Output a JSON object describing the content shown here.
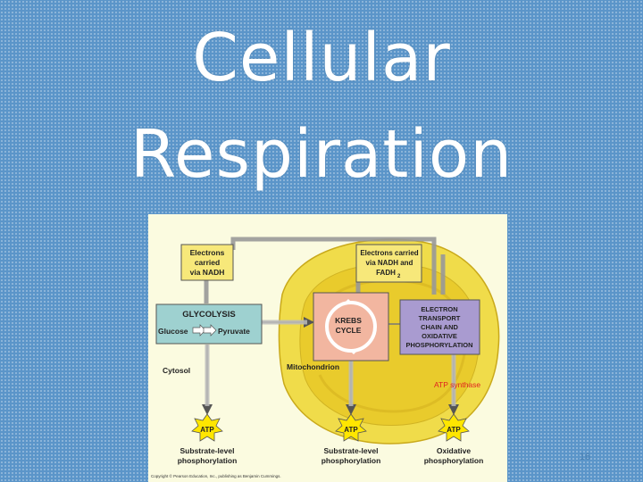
{
  "slide": {
    "title_line1": "Cellular",
    "title_line2": "Respiration",
    "page_number": "16"
  },
  "diagram": {
    "electrons_nadh": [
      "Electrons",
      "carried",
      "via NADH"
    ],
    "electrons_nadh_fadh2": [
      "Electrons carried",
      "via NADH and",
      "FADH"
    ],
    "fadh2_subscript": "2",
    "glycolysis": "GLYCOLYSIS",
    "glucose": "Glucose",
    "pyruvate": "Pyruvate",
    "krebs": [
      "KREBS",
      "CYCLE"
    ],
    "etc": [
      "ELECTRON",
      "TRANSPORT",
      "CHAIN AND",
      "OXIDATIVE",
      "PHOSPHORYLATION"
    ],
    "cytosol": "Cytosol",
    "mitochondrion": "Mitochondrion",
    "atp_synthase": "ATP synthase",
    "atp": "ATP",
    "substrate_level": [
      "Substrate-level",
      "phosphorylation"
    ],
    "oxidative": [
      "Oxidative",
      "phosphorylation"
    ],
    "copyright": "Copyright © Pearson Education, Inc., publishing as Benjamin Cummings.",
    "colors": {
      "background": "#fbfbe0",
      "mitochondrion_outer": "#f0dc4a",
      "mitochondrion_inner": "#e8c825",
      "label_box": "#f7e87a",
      "glycolysis_box": "#9ed1d0",
      "krebs_box": "#f2b6a0",
      "etc_box": "#a99bd0",
      "atp_star": "#ffe600",
      "atp_synthase_text": "#e02020"
    }
  }
}
